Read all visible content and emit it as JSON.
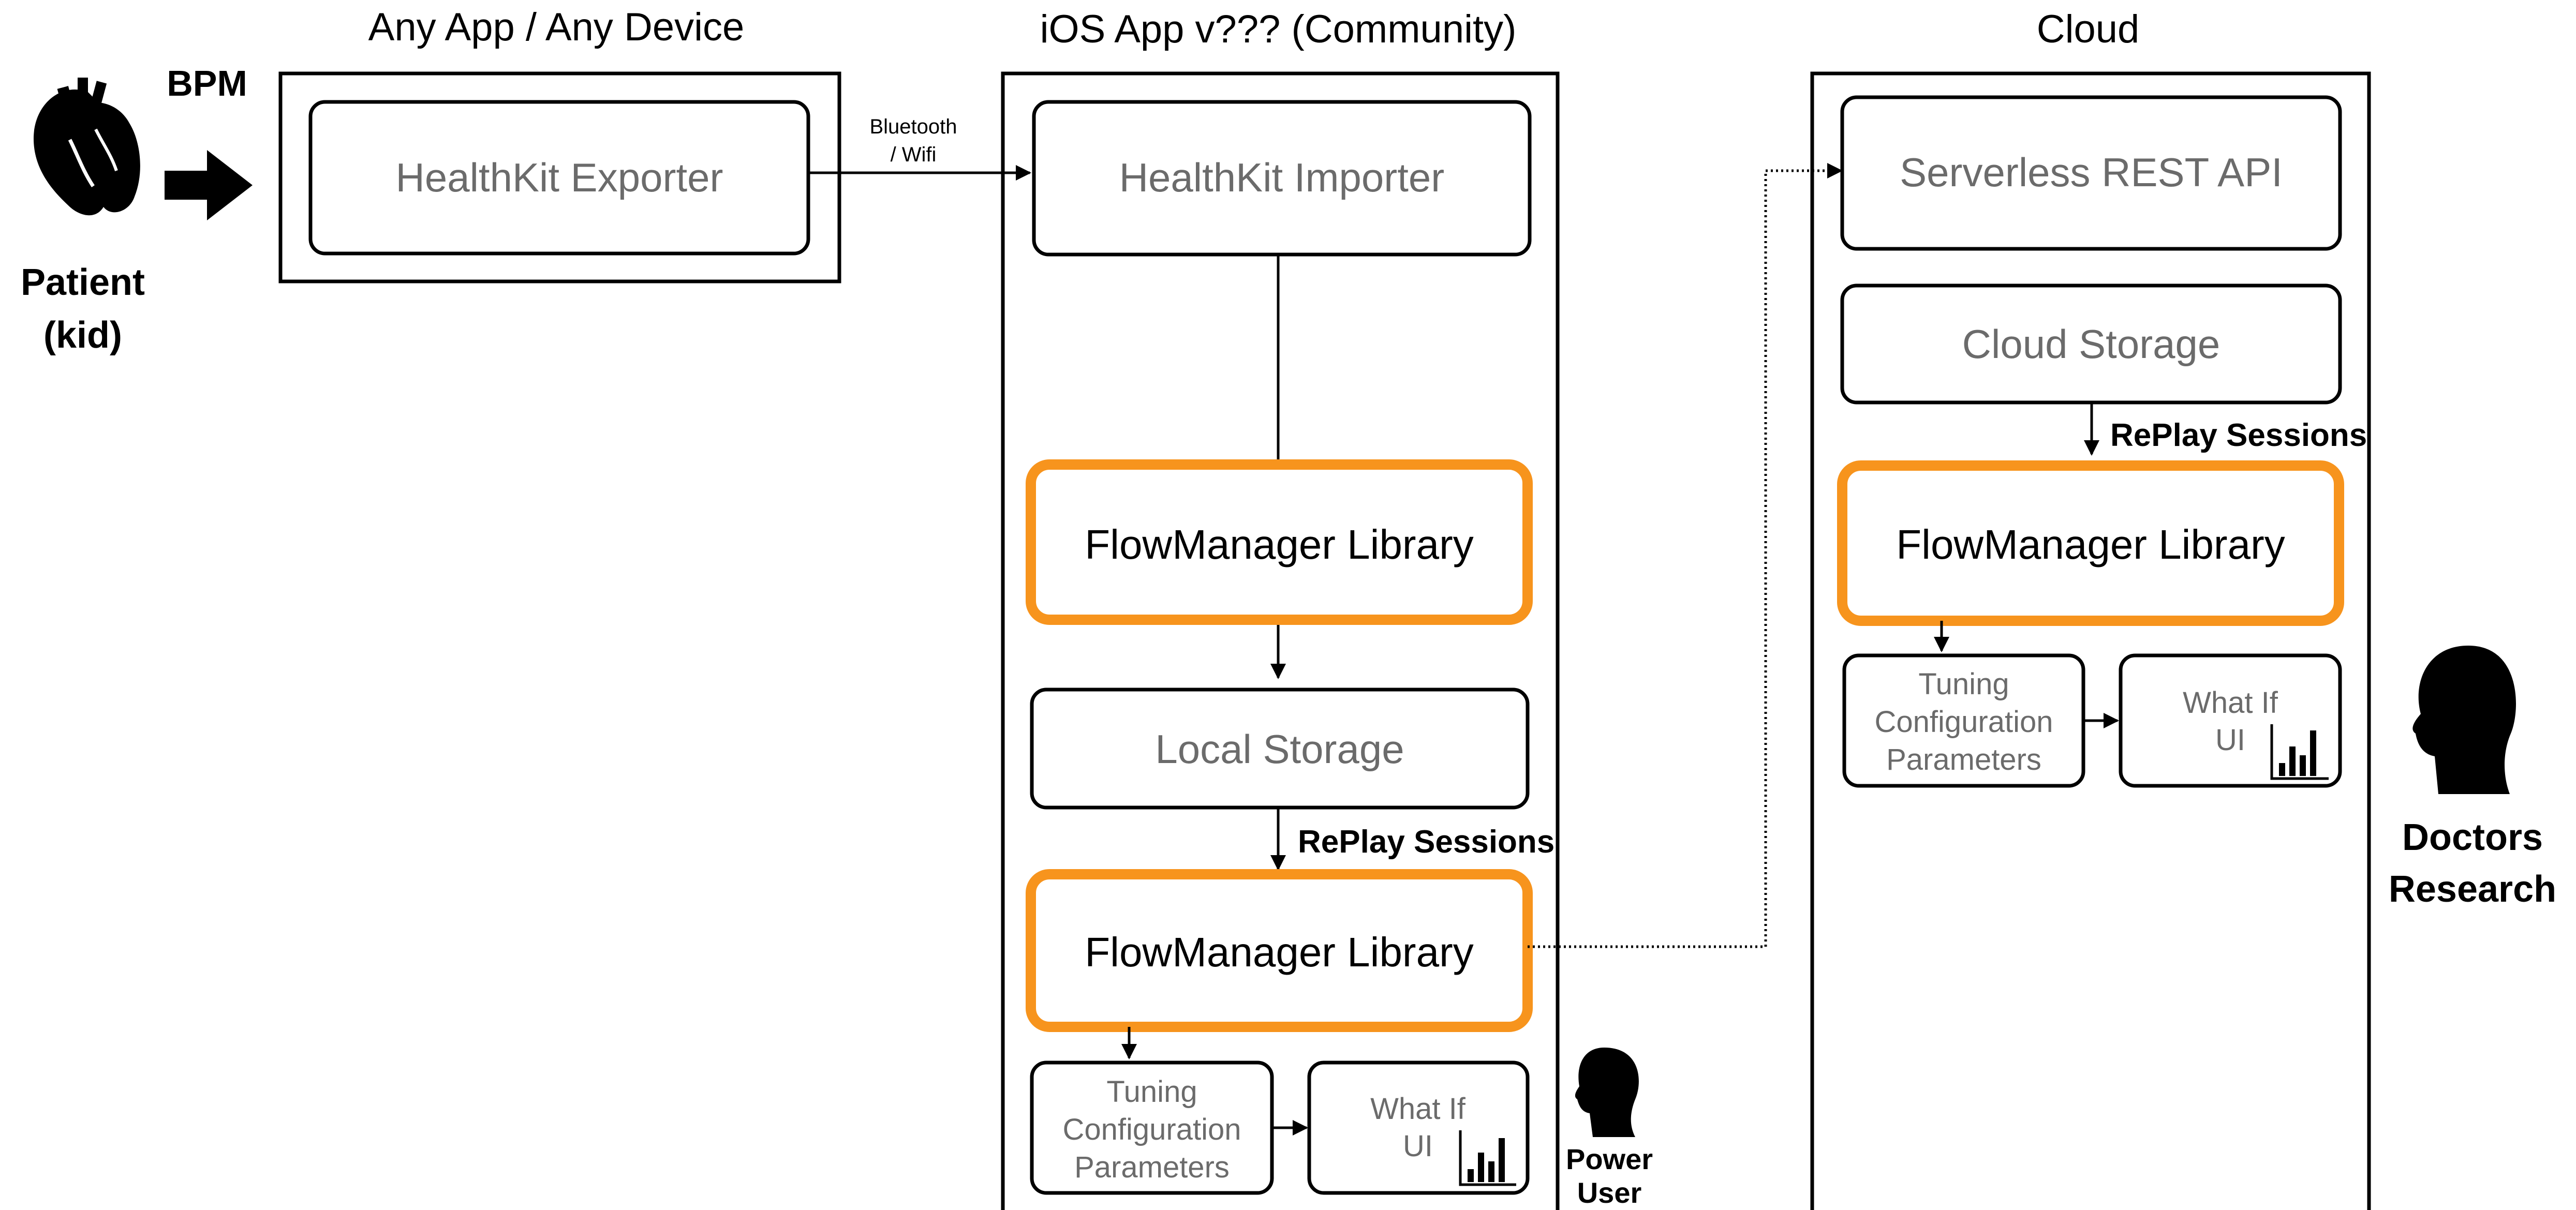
{
  "columns": {
    "device": {
      "title": "Any App / Any Device"
    },
    "ios": {
      "title": "iOS App v??? (Community)"
    },
    "cloud": {
      "title": "Cloud"
    }
  },
  "patient": {
    "input_label": "BPM",
    "line1": "Patient",
    "line2": "(kid)"
  },
  "device_box": {
    "exporter": "HealthKit Exporter"
  },
  "link_label": {
    "line1": "Bluetooth",
    "line2": "/ Wifi"
  },
  "ios_box": {
    "importer": "HealthKit Importer",
    "flow_manager_top": "FlowManager Library",
    "local_storage": "Local Storage",
    "replay_sessions": "RePlay Sessions",
    "flow_manager_bottom": "FlowManager Library",
    "tuning": {
      "line1": "Tuning",
      "line2": "Configuration",
      "line3": "Parameters"
    },
    "whatif": {
      "line1": "What If",
      "line2": "UI"
    }
  },
  "power_user": {
    "line1": "Power",
    "line2": "User"
  },
  "cloud_box": {
    "rest_api": "Serverless REST API",
    "cloud_storage": "Cloud Storage",
    "replay_sessions": "RePlay Sessions",
    "flow_manager": "FlowManager Library",
    "tuning": {
      "line1": "Tuning",
      "line2": "Configuration",
      "line3": "Parameters"
    },
    "whatif": {
      "line1": "What If",
      "line2": "UI"
    }
  },
  "doctors": {
    "line1": "Doctors",
    "line2": "Research"
  },
  "colors": {
    "accent": "#f7941d",
    "stroke": "#000000",
    "muted_text": "#6b6b6b"
  },
  "icons": [
    "heart-icon",
    "right-arrow-icon",
    "head-icon",
    "bar-chart-icon"
  ]
}
